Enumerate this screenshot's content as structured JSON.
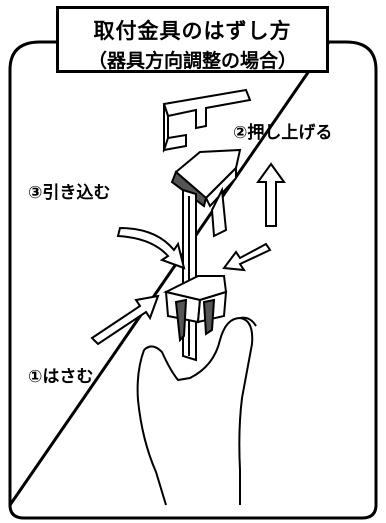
{
  "title": "取付金具のはずし方",
  "subtitle": "（器具方向調整の場合）",
  "steps": [
    {
      "number": "①",
      "label": "①はさむ"
    },
    {
      "number": "②",
      "label": "②押し上げる"
    },
    {
      "number": "③",
      "label": "③引き込む"
    }
  ],
  "colors": {
    "line": "#000000",
    "background": "#ffffff"
  }
}
